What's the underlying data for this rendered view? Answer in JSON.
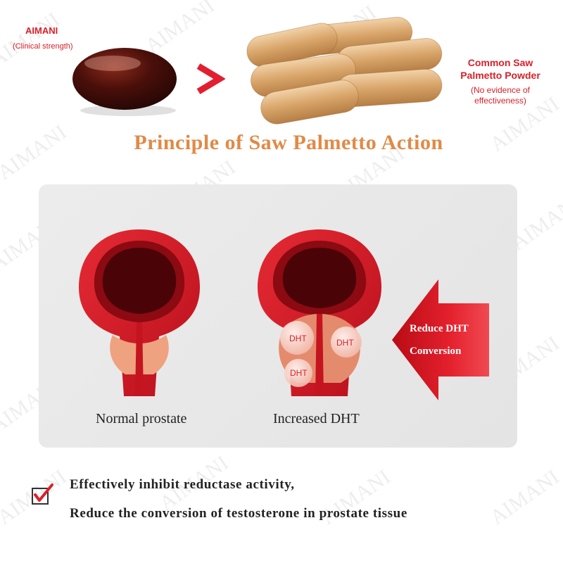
{
  "watermark": "AIMANI",
  "brand": {
    "name": "AIMANI",
    "subtitle": "(Clinical strength)"
  },
  "comparison_symbol": ">",
  "common_product": {
    "name_line1": "Common Saw",
    "name_line2": "Palmetto Powder",
    "note_line1": "(No evidence of",
    "note_line2": "effectiveness)"
  },
  "title": "Principle of Saw Palmetto Action",
  "diagram": {
    "normal_label": "Normal prostate",
    "increased_label": "Increased DHT",
    "dht_bubble": "DHT",
    "arrow_line1": "Reduce DHT",
    "arrow_line2": "Conversion"
  },
  "benefits": [
    "Effectively inhibit reductase activity,",
    "Reduce the conversion of testosterone in prostate tissue"
  ],
  "icons": [
    "checkbox-check-icon",
    "softgel-icon",
    "capsule-icon",
    "arrow-left-icon"
  ],
  "colors": {
    "brand_red": "#d9202a",
    "title_orange": "#e08a47",
    "organ_red": "#d8202c",
    "panel_gray": "#e6e6e6"
  }
}
